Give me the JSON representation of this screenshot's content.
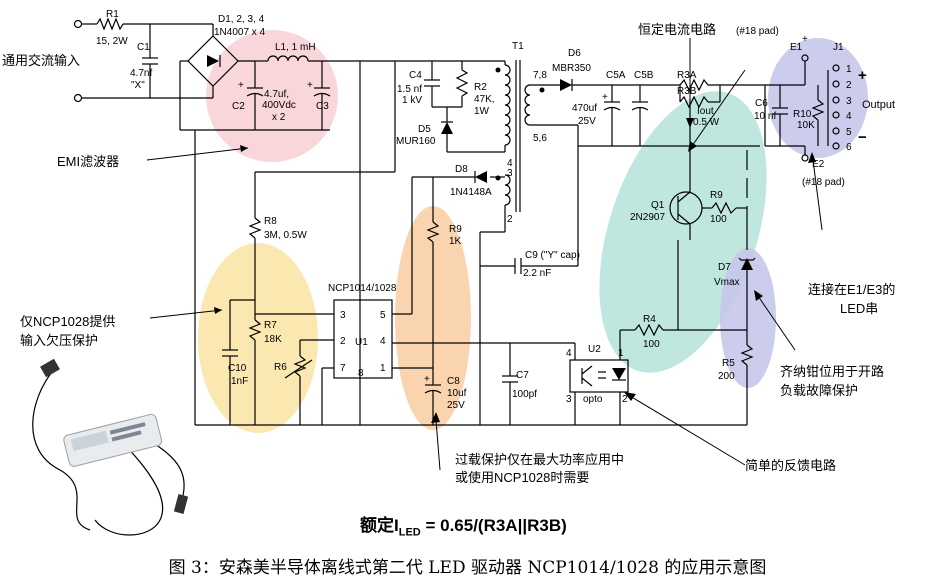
{
  "ac_input_label": "通用交流输入",
  "emi_label": "EMI滤波器",
  "uvp_label": "仅NCP1028提供输入欠压保护",
  "uvp_line1": "仅NCP1028提供",
  "uvp_line2": "输入欠压保护",
  "cc_title": "恒定电流电路",
  "cc_pad": "(#18 pad)",
  "output_label": "Output",
  "e2_pad": "(#18 pad)",
  "led_note_line1": "连接在E1/E3的",
  "led_note_line2": "LED串",
  "zener_note_line1": "齐纳钳位用于开路",
  "zener_note_line2": "负载故障保护",
  "overload_line1": "过载保护仅在最大功率应用中",
  "overload_line2": "或使用NCP1028时需要",
  "feedback_label": "简单的反馈电路",
  "formula": "额定I",
  "formula_sub": "LED",
  "formula_rest": " = 0.65/(R3A||R3B)",
  "caption": "图 3：安森美半导体离线式第二代 LED 驱动器 NCP1014/1028 的应用示意图",
  "components": {
    "R1": "R1",
    "R1v": "15, 2W",
    "C1": "C1",
    "C1v": "4.7nf",
    "C1x": "\"X\"",
    "D1": "D1, 2, 3, 4",
    "D1v": "1N4007 x 4",
    "L1": "L1, 1 mH",
    "C2": "C2",
    "C3": "C3",
    "C23v1": "4.7uf,",
    "C23v2": "400Vdc",
    "C23v3": "x 2",
    "T1": "T1",
    "C4": "C4",
    "C4v1": "1.5 nf",
    "C4v2": "1 kV",
    "R2": "R2",
    "R2v1": "47K,",
    "R2v2": "1W",
    "D5": "D5",
    "D5v": "MUR160",
    "D8": "D8",
    "D8v": "1N4148A",
    "D6": "D6",
    "D6v": "MBR350",
    "C5A": "C5A",
    "C5B": "C5B",
    "C5v1": "470uf",
    "C5v2": "25V",
    "R3A": "R3A",
    "R3B": "R3B",
    "R3v1": "Iout",
    "R3v2": "0.5 W",
    "C6": "C6",
    "C6v": "10 nf",
    "R10": "R10",
    "R10v": "10K",
    "E1": "E1",
    "E2": "E2",
    "J1": "J1",
    "R8": "R8",
    "R8v": "3M, 0.5W",
    "R7": "R7",
    "R7v": "18K",
    "C10": "C10",
    "C10v": "1nF",
    "R6": "R6",
    "U1": "U1",
    "U1t": "NCP1014/1028",
    "R9a": "R9",
    "R9av": "1K",
    "C8": "C8",
    "C8v1": "10uf",
    "C8v2": "25V",
    "C7": "C7",
    "C7v": "100pf",
    "C9": "C9 (\"Y\" cap)",
    "C9v": "2.2 nF",
    "U2": "U2",
    "U2v": "opto",
    "Q1": "Q1",
    "Q1v": "2N2907",
    "R9b": "R9",
    "R9bv": "100",
    "D7": "D7",
    "D7v": "Vmax",
    "R4": "R4",
    "R4v": "100",
    "R5": "R5",
    "R5v": "200",
    "pins": [
      "1",
      "2",
      "3",
      "4",
      "5",
      "6"
    ],
    "u1pins": [
      "3",
      "5",
      "2",
      "4",
      "7",
      "8",
      "1"
    ],
    "t1pins": [
      "7,8",
      "5,6",
      "4",
      "3",
      "2"
    ],
    "u2pins": [
      "4",
      "1",
      "3",
      "2"
    ],
    "plus": "+",
    "minus": "−"
  }
}
